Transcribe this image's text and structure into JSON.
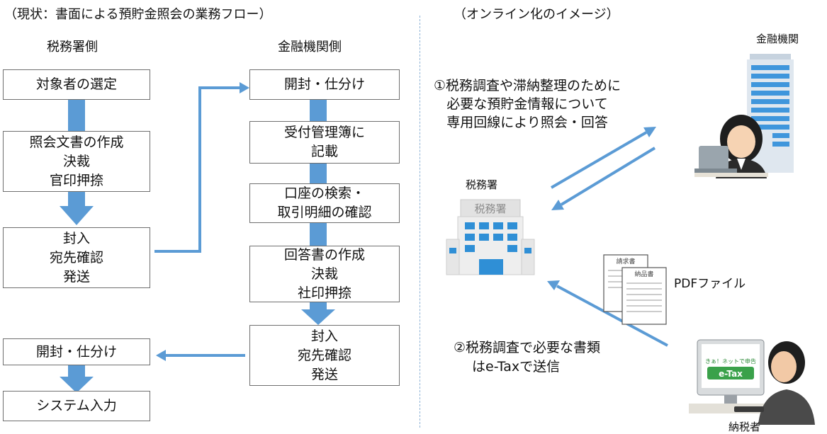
{
  "left_section": {
    "title": "（現状：書面による預貯金照会の業務フロー）",
    "tax_office_header": "税務署側",
    "bank_header": "金融機関側",
    "tax_steps": [
      {
        "lines": [
          "対象者の選定"
        ]
      },
      {
        "lines": [
          "照会文書の作成",
          "決裁",
          "官印押捺"
        ]
      },
      {
        "lines": [
          "封入",
          "宛先確認",
          "発送"
        ]
      },
      {
        "lines": [
          "開封・仕分け"
        ]
      },
      {
        "lines": [
          "システム入力"
        ]
      }
    ],
    "bank_steps": [
      {
        "lines": [
          "開封・仕分け"
        ]
      },
      {
        "lines": [
          "受付管理簿に",
          "記載"
        ]
      },
      {
        "lines": [
          "口座の検索・",
          "取引明細の確認"
        ]
      },
      {
        "lines": [
          "回答書の作成",
          "決裁",
          "社印押捺"
        ]
      },
      {
        "lines": [
          "封入",
          "宛先確認",
          "発送"
        ]
      }
    ]
  },
  "right_section": {
    "title": "（オンライン化のイメージ）",
    "bank_label": "金融機関",
    "tax_office_label": "税務署",
    "building_sign": "税務署",
    "flow1_lines": [
      "①税務調査や滞納整理のために",
      "必要な預貯金情報について",
      "専用回線により照会・回答"
    ],
    "pdf_label": "PDFファイル",
    "doc_invoice": "請求書",
    "doc_delivery": "納品書",
    "flow2_lines": [
      "②税務調査で必要な書類",
      "はe-Taxで送信"
    ],
    "etax_slogan": "きぁ！ネットで申告",
    "etax_logo": "e-Tax",
    "taxpayer_label": "納税者"
  },
  "colors": {
    "arrow_blue": "#5b9bd5",
    "box_border": "#6f6f6f",
    "divider": "#8db2d6",
    "building_blue": "#2f8fd6"
  }
}
